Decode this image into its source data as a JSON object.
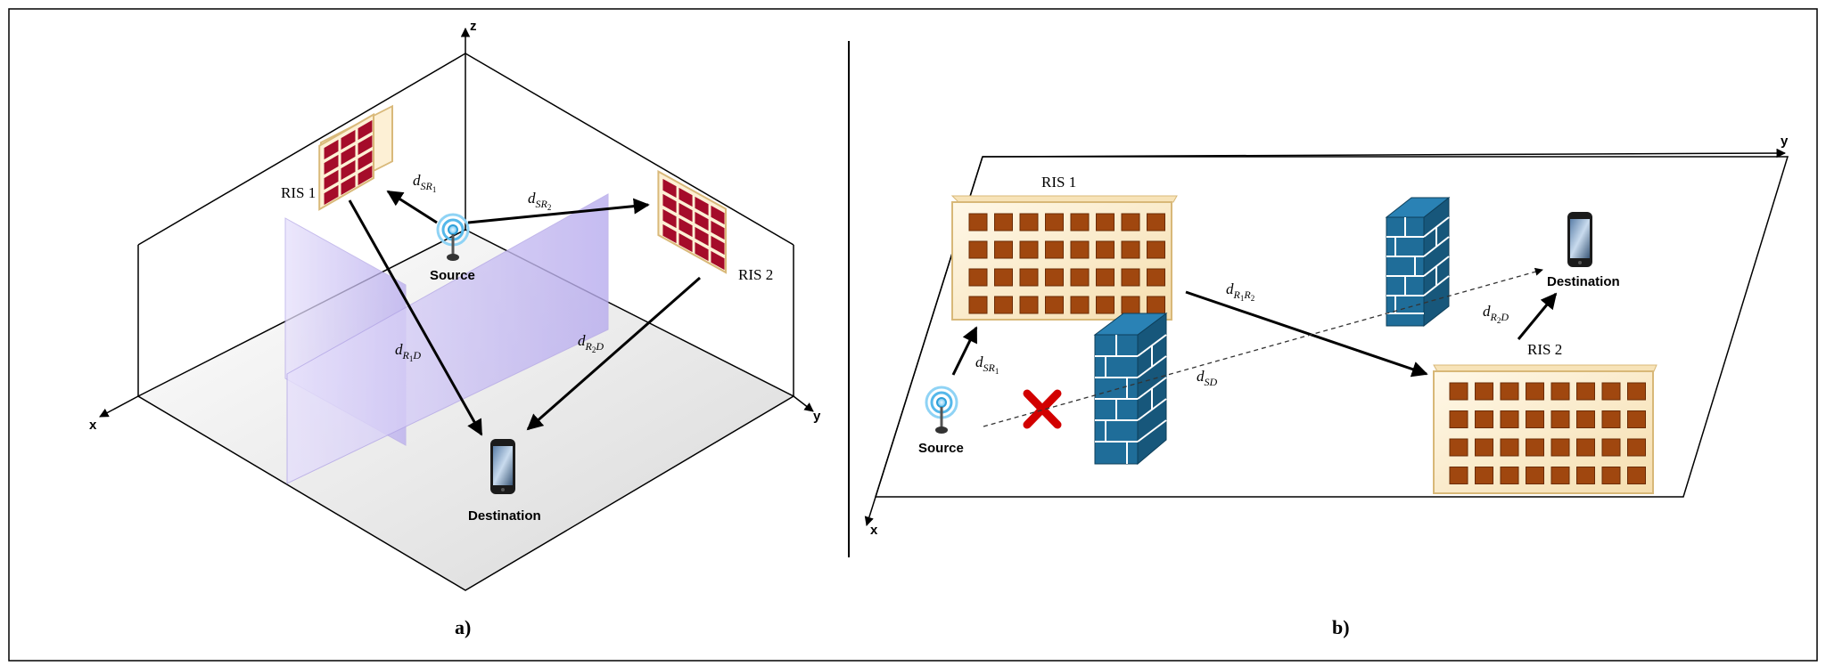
{
  "panel_a": {
    "caption": "a)",
    "axes": {
      "x": "x",
      "y": "y",
      "z": "z"
    },
    "source_label": "Source",
    "destination_label": "Destination",
    "ris1_label": "RIS 1",
    "ris2_label": "RIS 2",
    "links": [
      {
        "base": "d",
        "sub": "SR",
        "subsub": "1"
      },
      {
        "base": "d",
        "sub": "SR",
        "subsub": "2"
      },
      {
        "base": "d",
        "sub": "R",
        "subsub": "1",
        "tail": "D"
      },
      {
        "base": "d",
        "sub": "R",
        "subsub": "2",
        "tail": "D"
      }
    ]
  },
  "panel_b": {
    "caption": "b)",
    "axes": {
      "x": "x",
      "y": "y"
    },
    "source_label": "Source",
    "destination_label": "Destination",
    "ris1_label": "RIS 1",
    "ris2_label": "RIS 2",
    "links": [
      {
        "base": "d",
        "sub": "SR",
        "subsub": "1"
      },
      {
        "base": "d",
        "sub": "R",
        "subsub": "1",
        "mid": "R",
        "midsub": "2"
      },
      {
        "base": "d",
        "sub": "SD"
      },
      {
        "base": "d",
        "sub": "R",
        "subsub": "2",
        "tail": "D"
      }
    ]
  },
  "colors": {
    "ris_a": "#a50c2a",
    "ris_panel": "#fdf0d5",
    "ris_b_element": "#a0470f",
    "wall": "#1f6d99",
    "partition": "#c9bff0",
    "blocked": "#d20000"
  }
}
